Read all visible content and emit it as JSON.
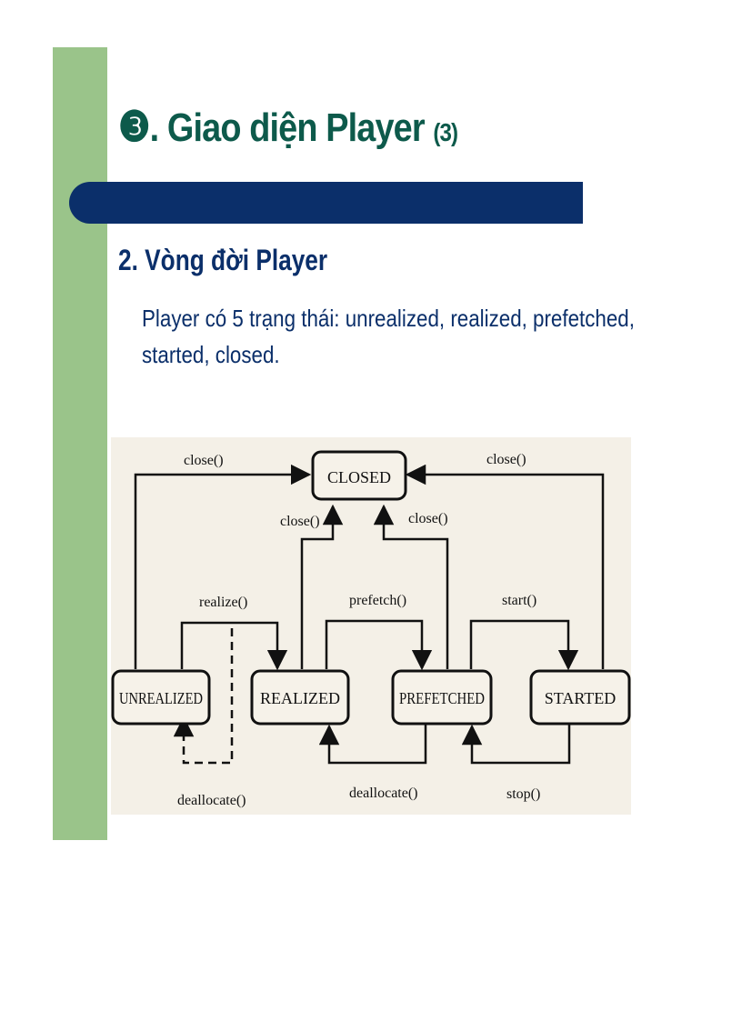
{
  "slide": {
    "title_num": "❸",
    "title_main": ". Giao diện Player",
    "title_sub": "(3)",
    "subheading": "2. Vòng đời Player",
    "body_line1": "Player có 5 trạng thái: unrealized, realized, prefetched,",
    "body_line2": "started, closed.",
    "colors": {
      "title": "#0d5a4b",
      "text": "#0b2f6a",
      "bar": "#0b2f6a",
      "sidebar": "#9ac48a"
    }
  },
  "diagram": {
    "nodes": {
      "closed": "CLOSED",
      "unrealized": "UNREALIZED",
      "realized": "REALIZED",
      "prefetched": "PREFETCHED",
      "started": "STARTED"
    },
    "edges": {
      "close_left": "close()",
      "close_right": "close()",
      "close_realized": "close()",
      "close_prefetched": "close()",
      "realize": "realize()",
      "prefetch": "prefetch()",
      "start": "start()",
      "deallocate_unrealized": "deallocate()",
      "deallocate_prefetched": "deallocate()",
      "stop": "stop()"
    }
  }
}
